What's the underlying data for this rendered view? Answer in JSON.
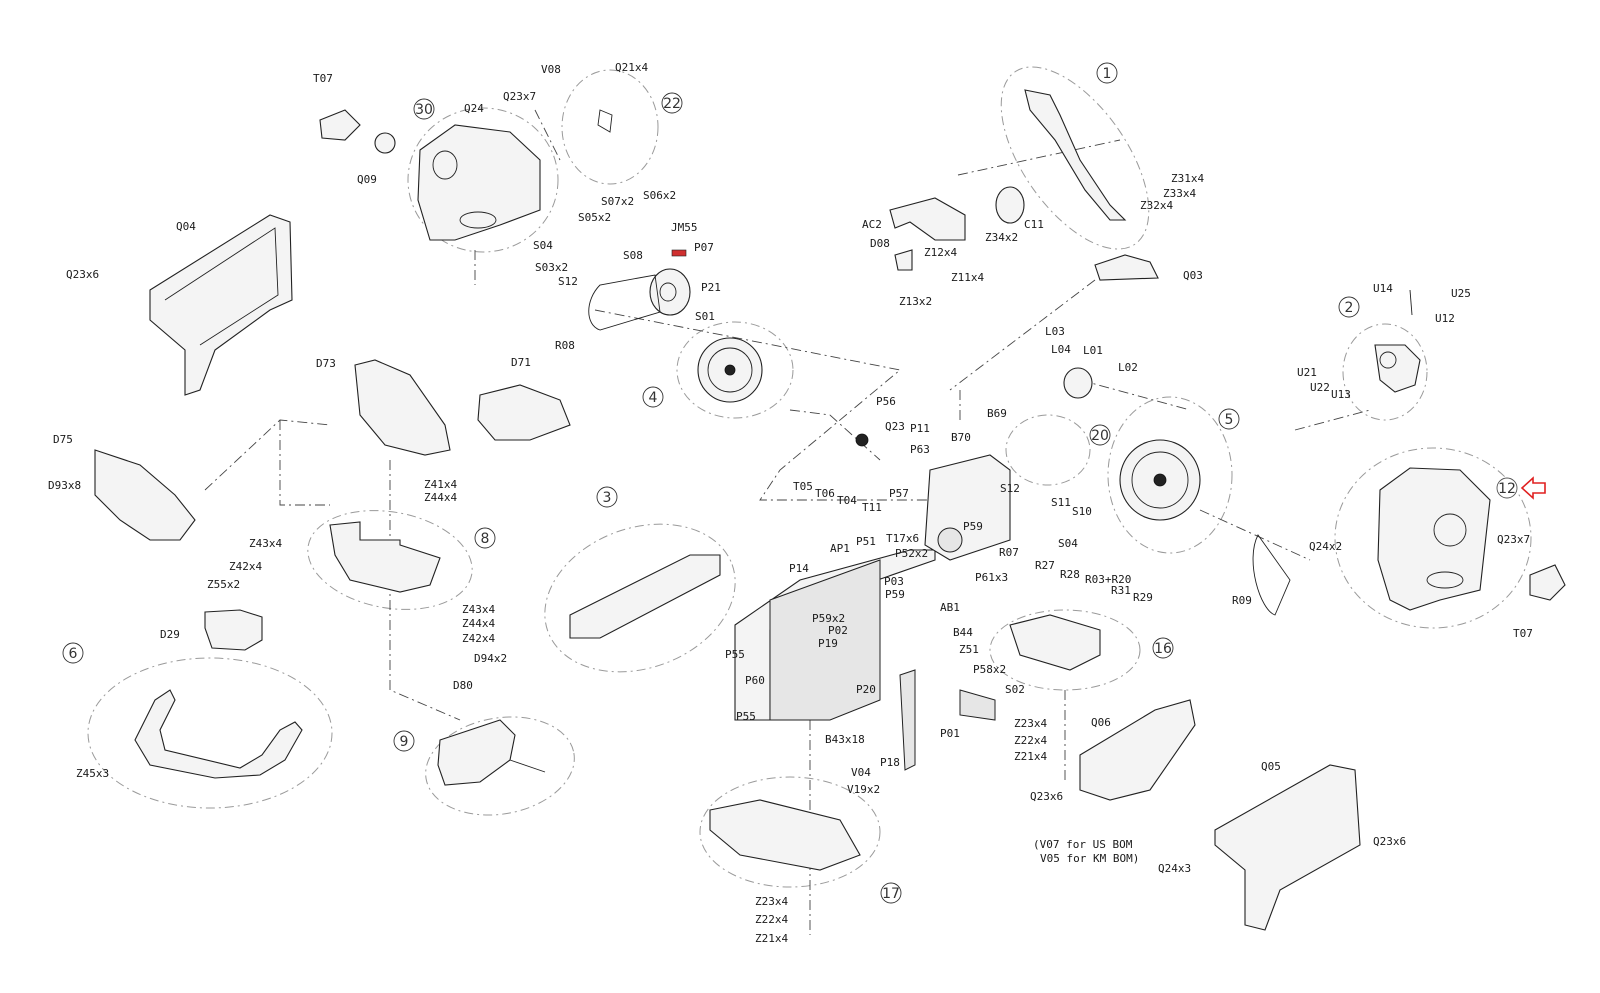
{
  "diagram": {
    "groups": [
      {
        "id": "g1",
        "number": "1"
      },
      {
        "id": "g2",
        "number": "2"
      },
      {
        "id": "g3",
        "number": "3"
      },
      {
        "id": "g4",
        "number": "4"
      },
      {
        "id": "g5",
        "number": "5"
      },
      {
        "id": "g6",
        "number": "6"
      },
      {
        "id": "g8",
        "number": "8"
      },
      {
        "id": "g9",
        "number": "9"
      },
      {
        "id": "g12",
        "number": "12"
      },
      {
        "id": "g16",
        "number": "16"
      },
      {
        "id": "g17",
        "number": "17"
      },
      {
        "id": "g20",
        "number": "20"
      },
      {
        "id": "g22",
        "number": "22"
      },
      {
        "id": "g30",
        "number": "30"
      }
    ],
    "labels": {
      "T07a": "T07",
      "V08": "V08",
      "Q21x4": "Q21x4",
      "Q23x7a": "Q23x7",
      "Q24": "Q24",
      "Q09": "Q09",
      "Q04": "Q04",
      "Q23x6a": "Q23x6",
      "S07x2": "S07x2",
      "S06x2": "S06x2",
      "S05x2": "S05x2",
      "S04a": "S04",
      "S03x2": "S03x2",
      "S12a": "S12",
      "S08": "S08",
      "JM55": "JM55",
      "P07": "P07",
      "P21": "P21",
      "S01": "S01",
      "R08": "R08",
      "AC2": "AC2",
      "D08": "D08",
      "Z12x4": "Z12x4",
      "Z11x4": "Z11x4",
      "Z13x2": "Z13x2",
      "Z34x2": "Z34x2",
      "C11": "C11",
      "Z31x4": "Z31x4",
      "Z33x4": "Z33x4",
      "Z32x4": "Z32x4",
      "Q03": "Q03",
      "L03": "L03",
      "L04": "L04",
      "L01": "L01",
      "L02": "L02",
      "U14": "U14",
      "U25": "U25",
      "U12": "U12",
      "U21": "U21",
      "U22": "U22",
      "U13": "U13",
      "D73": "D73",
      "D71": "D71",
      "D75": "D75",
      "D93x8": "D93x8",
      "Z41x4": "Z41x4",
      "Z44x4a": "Z44x4",
      "Z43x4a": "Z43x4",
      "Z42x4a": "Z42x4",
      "Z55x2": "Z55x2",
      "D29": "D29",
      "Z43x4b": "Z43x4",
      "Z44x4b": "Z44x4",
      "Z42x4b": "Z42x4",
      "D94x2": "D94x2",
      "D80": "D80",
      "Z45x3": "Z45x3",
      "P56": "P56",
      "Q23": "Q23",
      "P11": "P11",
      "P63": "P63",
      "B70": "B70",
      "B69": "B69",
      "T05": "T05",
      "T06": "T06",
      "T04": "T04",
      "T11": "T11",
      "P57": "P57",
      "T17x6": "T17x6",
      "P59a": "P59",
      "S12b": "S12",
      "S11": "S11",
      "S10": "S10",
      "S04b": "S04",
      "R07": "R07",
      "R27": "R27",
      "R28": "R28",
      "R03R20": "R03+R20",
      "R31": "R31",
      "R29": "R29",
      "R09": "R09",
      "AP1": "AP1",
      "P51": "P51",
      "P52x2": "P52x2",
      "P14": "P14",
      "P03": "P03",
      "P59b": "P59",
      "P61x3": "P61x3",
      "AB1": "AB1",
      "P59x2": "P59x2",
      "P02": "P02",
      "P19": "P19",
      "P55a": "P55",
      "P60": "P60",
      "P55b": "P55",
      "P20": "P20",
      "B44": "B44",
      "Z51": "Z51",
      "B43x18": "B43x18",
      "P58x2": "P58x2",
      "S02": "S02",
      "P01": "P01",
      "P18": "P18",
      "V04": "V04",
      "V19x2": "V19x2",
      "Z23x4a": "Z23x4",
      "Z22x4a": "Z22x4",
      "Z21x4a": "Z21x4",
      "Q06": "Q06",
      "Q23x6b": "Q23x6",
      "Z23x4b": "Z23x4",
      "Z22x4b": "Z22x4",
      "Z21x4b": "Z21x4",
      "Q24x2": "Q24x2",
      "Q23x7b": "Q23x7",
      "T07b": "T07",
      "Q05": "Q05",
      "Q24x3": "Q24x3",
      "Q23x6c": "Q23x6"
    },
    "notes": {
      "line1": "(V07 for US BOM",
      "line2": "V05 for KM BOM)"
    },
    "colors": {
      "ink": "#222222",
      "group_outline": "#9a9a9a",
      "highlight": "#e02020",
      "accent_part": "#d03030"
    },
    "highlight": {
      "target_group": "12",
      "marker": "arrow-left-icon"
    }
  }
}
